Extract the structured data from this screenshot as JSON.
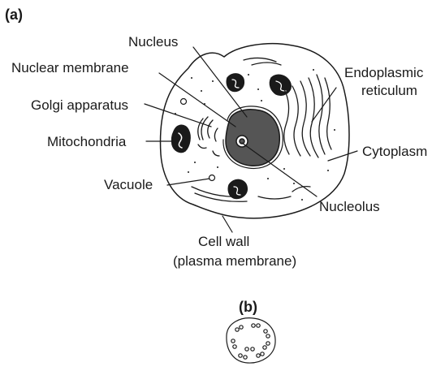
{
  "panel_a": {
    "tag": "(a)",
    "labels": {
      "nucleus": "Nucleus",
      "nuclear_membrane": "Nuclear membrane",
      "golgi": "Golgi apparatus",
      "mitochondria": "Mitochondria",
      "vacuole": "Vacuole",
      "er_line1": "Endoplasmic",
      "er_line2": "reticulum",
      "cytoplasm": "Cytoplasm",
      "nucleolus": "Nucleolus",
      "cellwall_line1": "Cell wall",
      "cellwall_line2": "(plasma membrane)"
    }
  },
  "panel_b": {
    "tag": "(b)"
  }
}
